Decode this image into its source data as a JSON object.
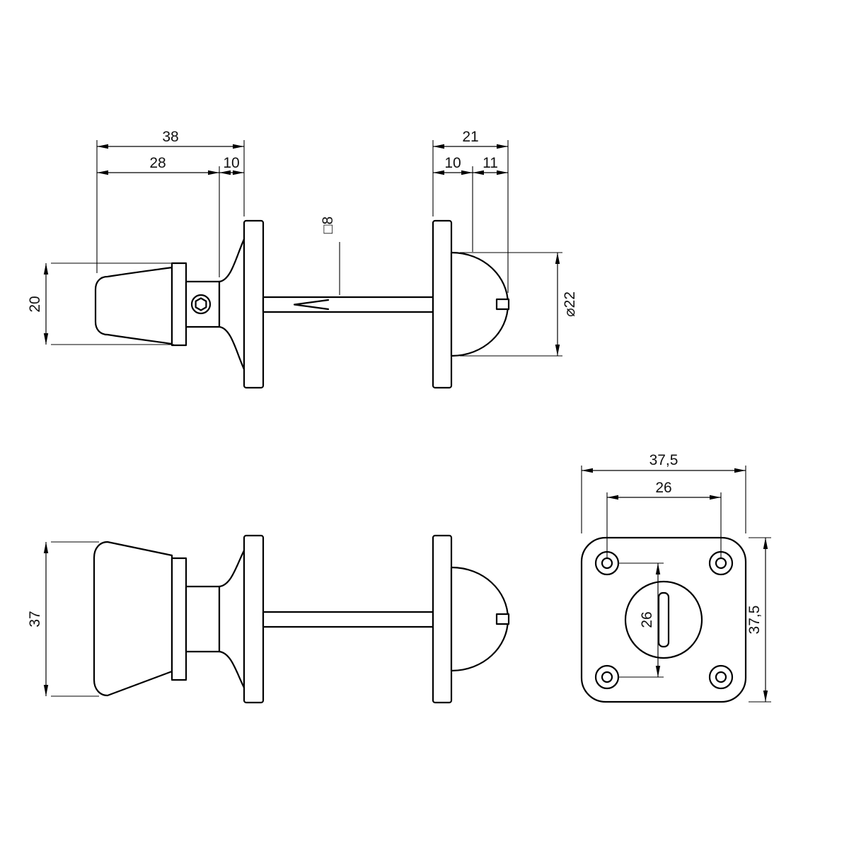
{
  "colors": {
    "background": "#ffffff",
    "line": "#000000"
  },
  "views": {
    "exploded_side": {
      "dims": {
        "overall_depth": "38",
        "knob_projection": "28",
        "rose_thickness_left": "10",
        "release_overall_depth": "21",
        "rose_thickness_right": "10",
        "release_projection": "11",
        "knob_height": "20",
        "spindle_size": "□8",
        "release_diameter": "⌀22"
      }
    },
    "assembled_side": {
      "dims": {
        "knob_width": "37"
      }
    },
    "rose_front": {
      "dims": {
        "rose_width": "37,5",
        "screw_spacing_horizontal": "26",
        "screw_spacing_vertical": "26",
        "rose_height": "37,5"
      }
    }
  }
}
